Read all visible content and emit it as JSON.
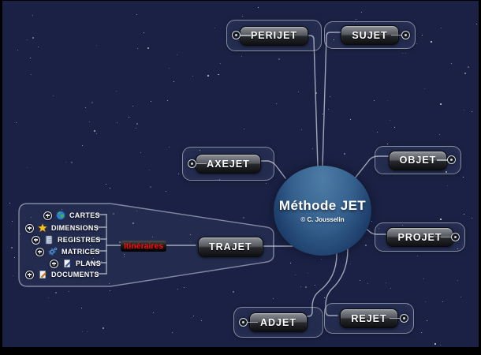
{
  "center_node": {
    "label": "Méthode JET",
    "credit": "© C. Jousselin"
  },
  "nodes": [
    {
      "id": "perijet",
      "label": "PERIJET"
    },
    {
      "id": "sujet",
      "label": "SUJET"
    },
    {
      "id": "axejet",
      "label": "AXEJET"
    },
    {
      "id": "objet",
      "label": "OBJET"
    },
    {
      "id": "trajet",
      "label": "TRAJET"
    },
    {
      "id": "projet",
      "label": "PROJET"
    },
    {
      "id": "adjet",
      "label": "ADJET"
    },
    {
      "id": "rejet",
      "label": "REJET"
    }
  ],
  "trajet_subtree": {
    "floating_label": "Itinéraires",
    "items": [
      {
        "label": "CARTES",
        "icon": "globe-icon"
      },
      {
        "label": "DIMENSIONS",
        "icon": "star-icon"
      },
      {
        "label": "REGISTRES",
        "icon": "ledger-icon"
      },
      {
        "label": "MATRICES",
        "icon": "gears-icon"
      },
      {
        "label": "PLANS",
        "icon": "page-pencil-icon"
      },
      {
        "label": "DOCUMENTS",
        "icon": "page-pencil-icon"
      }
    ]
  },
  "colors": {
    "background": "#1a2144",
    "connector": "#c7cdd9",
    "center_top": "#4d7da7",
    "center_bottom": "#16335e",
    "button_top": "#8d9197",
    "button_bottom": "#0e0f11",
    "highlight_text": "#f51111"
  }
}
